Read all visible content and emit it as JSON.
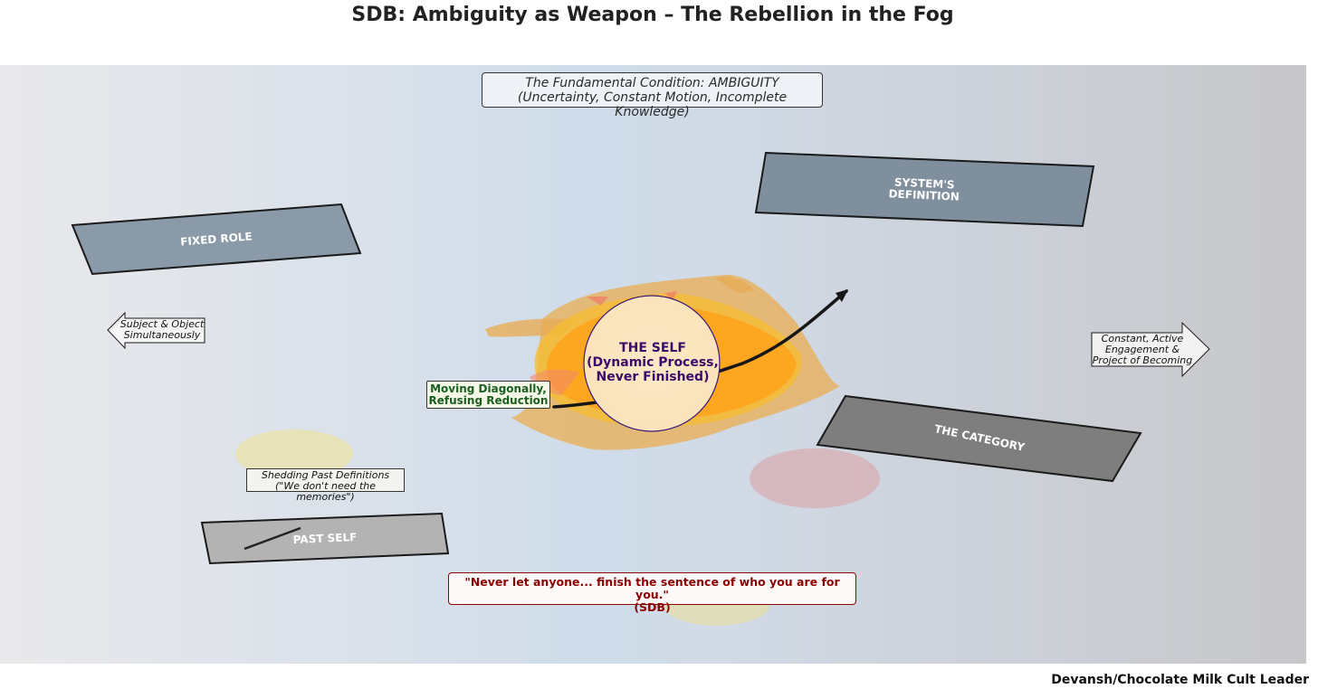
{
  "title": "SDB: Ambiguity as Weapon – The Rebellion in the Fog",
  "ambiguity_box": {
    "line1": "The Fundamental Condition: AMBIGUITY",
    "line2": "(Uncertainty, Constant Motion, Incomplete Knowledge)"
  },
  "shapes": {
    "fixed_role": "FIXED ROLE",
    "systems_definition_1": "SYSTEM'S",
    "systems_definition_2": "DEFINITION",
    "the_category": "THE CATEGORY",
    "past_self": "PAST SELF"
  },
  "arrows": {
    "left_1": "Subject & Object",
    "left_2": "Simultaneously",
    "right_1": "Constant, Active",
    "right_2": "Engagement &",
    "right_3": "Project of Becoming"
  },
  "self": {
    "line1": "THE SELF",
    "line2": "(Dynamic Process,",
    "line3": "Never Finished)"
  },
  "moving_box": {
    "line1": "Moving Diagonally,",
    "line2": "Refusing Reduction"
  },
  "shedding_box": {
    "line1": "Shedding Past Definitions",
    "line2": "(\"We don't need the memories\")"
  },
  "quote": {
    "line1": "\"Never let anyone... finish the sentence of who you are for you.\"",
    "line2": "(SDB)"
  },
  "credit": "Devansh/Chocolate Milk Cult Leader",
  "colors": {
    "fog_left": "#e8e8ea",
    "fog_center": "#d0dcea",
    "fog_right": "#c8c8cc",
    "fixed_role": "#8a9aa8",
    "systems_definition": "#7f8f9e",
    "the_category": "#7e7e7e",
    "past_self": "#b3b3b3",
    "self_fill": "#fde6bd",
    "self_text": "#3b0a6b",
    "flame_orange": "#ffa010",
    "flame_yellow": "#f5c518",
    "moving_text": "#1b5e20",
    "quote_text": "#8b0000"
  }
}
